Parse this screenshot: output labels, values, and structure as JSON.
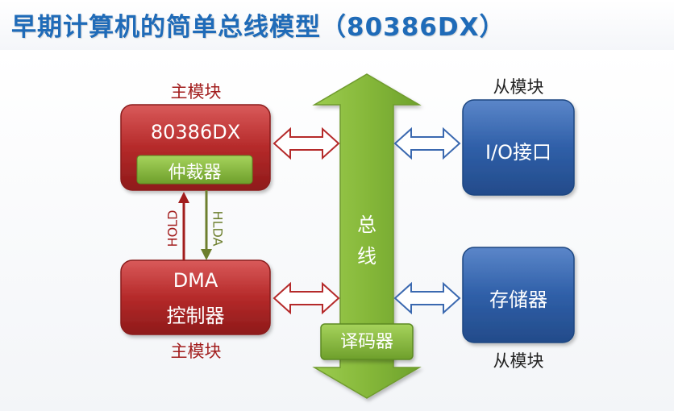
{
  "title": "早期计算机的简单总线模型（80386DX）",
  "cpu": {
    "name": "80386DX",
    "arbiter": "仲裁器",
    "role": "主模块"
  },
  "dma": {
    "line1": "DMA",
    "line2": "控制器",
    "role": "主模块"
  },
  "io": {
    "name": "I/O接口",
    "role": "从模块"
  },
  "memory": {
    "name": "存储器",
    "role": "从模块"
  },
  "bus": {
    "line1": "总",
    "line2": "线",
    "decoder": "译码器"
  },
  "signals": {
    "hold": "HOLD",
    "hlda": "HLDA"
  },
  "colors": {
    "title": "#1f6bb8",
    "master": "#b52a2a",
    "slave": "#2f5fa8",
    "bus": "#8bbd3c",
    "hold": "#b52a2a",
    "hlda": "#6d7f2e"
  }
}
